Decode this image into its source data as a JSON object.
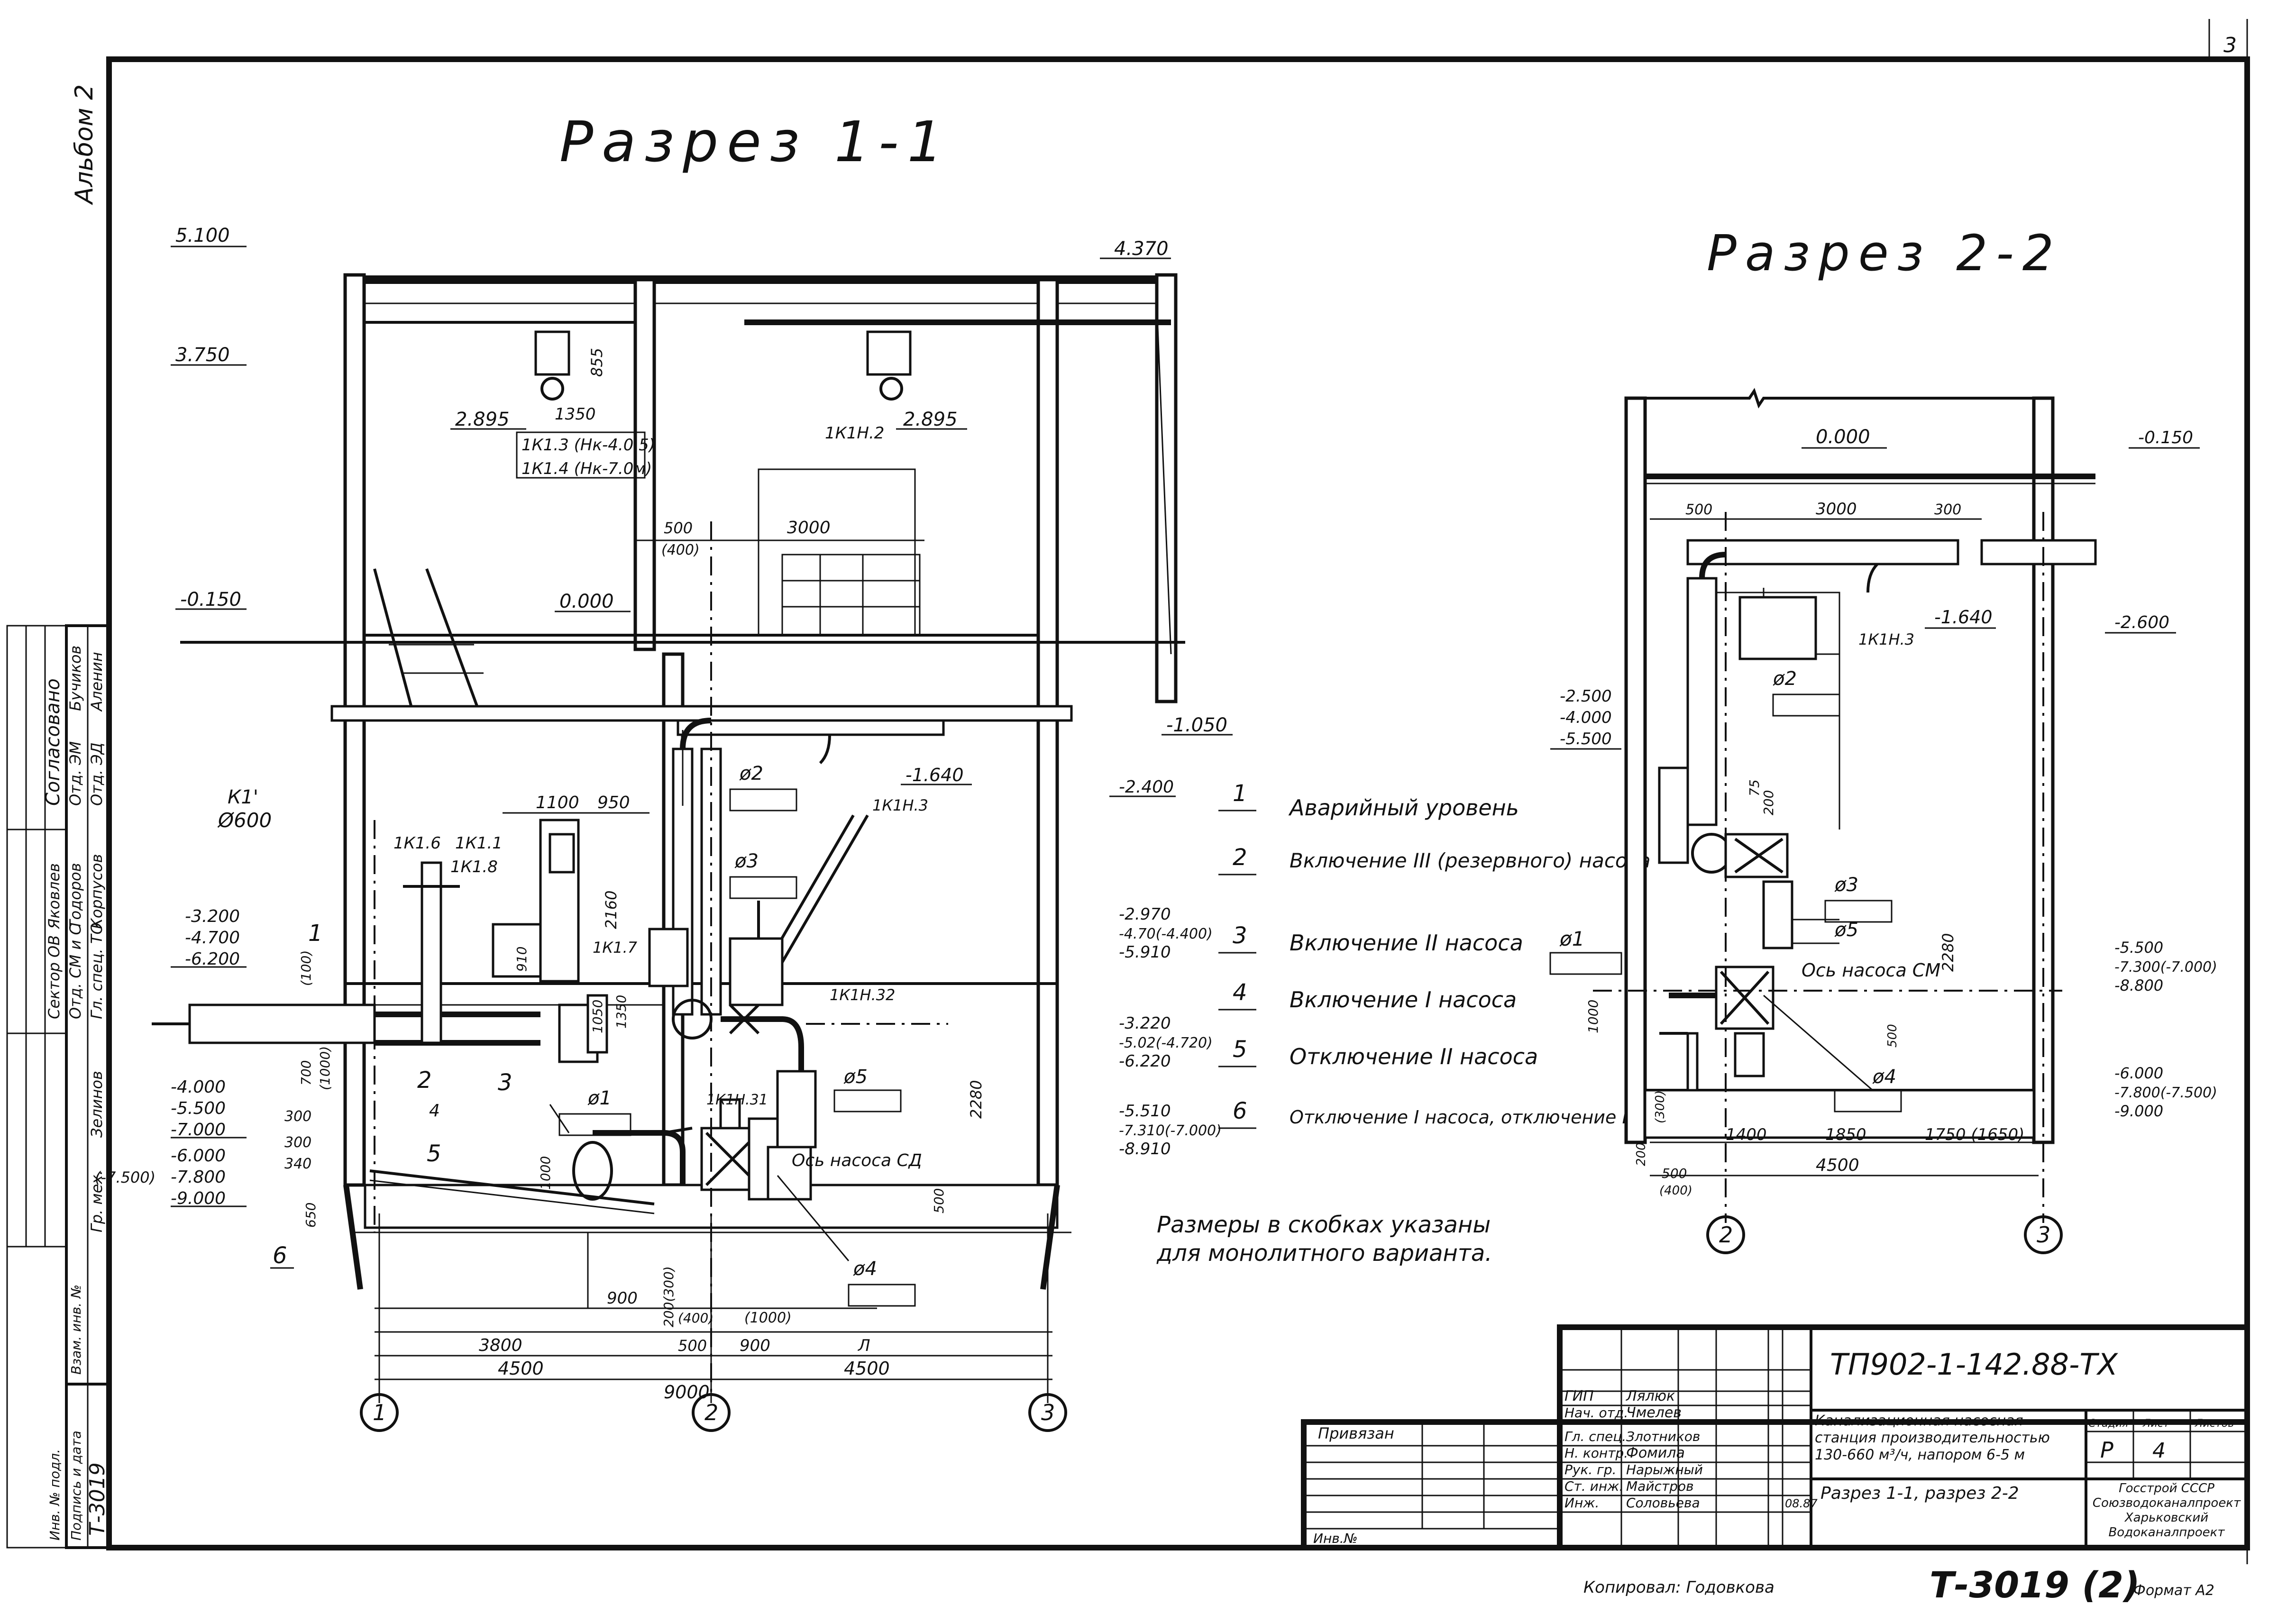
{
  "album_label": "Альбом 2",
  "corner_number": "3",
  "section_1": {
    "title": "Разрез 1-1",
    "elevations_left": [
      "5.100",
      "3.750",
      "2.895",
      "-0.150",
      "-3.200",
      "-4.700",
      "-6.200",
      "-4.000",
      "-5.500",
      "-7.000",
      "-6.000",
      "-7.800",
      "-9.000",
      "(-7.500)"
    ],
    "elevations_top": [
      "4.370",
      "0.000",
      "-1.050",
      "-1.640",
      "2.895"
    ],
    "elevations_right": [
      "-2.400",
      "-2.970",
      "-4.70(-4.400)",
      "-5.910",
      "-3.220",
      "-5.02(-4.720)",
      "-6.220",
      "-5.510",
      "-7.310(-7.000)",
      "-8.910"
    ],
    "hoist_1": "1К1.3 (Нк-4.0.5)",
    "hoist_2": "1К1.4 (Нк-7.0м)",
    "hoist_3": "1К1Н.2",
    "hoist_4": "1К1Н.3",
    "equipment": [
      "1К1.6",
      "1К1.1",
      "1К1.8",
      "1К1.7",
      "1К1Н.32",
      "1К1Н.31"
    ],
    "pipe_label": "К1'",
    "pipe_dia": "Ø600",
    "pump_axis": "Ось насоса СД",
    "diameters": [
      "ø1",
      "ø2",
      "ø3",
      "ø4",
      "ø5"
    ],
    "dims": [
      "855",
      "1350",
      "500",
      "(400)",
      "3000",
      "1100",
      "950",
      "2160",
      "910",
      "1350",
      "1050",
      "(100)",
      "700",
      "(1000)",
      "300",
      "300",
      "340",
      "650",
      "1000",
      "2280",
      "500",
      "900",
      "200(300)",
      "(400)",
      "(1000)",
      "500",
      "900",
      "3800",
      "4500",
      "4500",
      "9000",
      "Л"
    ],
    "level_numbers": [
      "1",
      "2",
      "3",
      "4",
      "5",
      "6"
    ],
    "axes": [
      "1",
      "2",
      "3"
    ]
  },
  "legend": {
    "items": [
      {
        "num": "1",
        "text": "Аварийный уровень"
      },
      {
        "num": "2",
        "text": "Включение III (резервного) насоса"
      },
      {
        "num": "3",
        "text": "Включение II насоса"
      },
      {
        "num": "4",
        "text": "Включение I насоса"
      },
      {
        "num": "5",
        "text": "Отключение II насоса"
      },
      {
        "num": "6",
        "text": "Отключение I насоса, отключение III (резервного)"
      }
    ],
    "note_line1": "Размеры в скобках указаны",
    "note_line2": "для монолитного варианта."
  },
  "section_2": {
    "title": "Разрез 2-2",
    "elevations_left": [
      "-2.500",
      "-4.000",
      "-5.500"
    ],
    "elevations_top": [
      "0.000",
      "-1.640"
    ],
    "elevations_right": [
      "-0.150",
      "-2.600",
      "-5.500",
      "-7.300(-7.000)",
      "-8.800",
      "-6.000",
      "-7.800(-7.500)",
      "-9.000"
    ],
    "hoist": "1К1Н.3",
    "pump_axis": "Ось насоса СМ",
    "diameters": [
      "ø1",
      "ø2",
      "ø3",
      "ø4",
      "ø5"
    ],
    "dims": [
      "500",
      "3000",
      "300",
      "75",
      "200",
      "2280",
      "1000",
      "500",
      "(300)",
      "200",
      "500",
      "(400)",
      "1400",
      "1850",
      "1750 (1650)",
      "4500"
    ],
    "axes": [
      "2",
      "3"
    ]
  },
  "left_stamp": {
    "header": "Согласовано",
    "rows": [
      [
        "Отд. ЭМ",
        "Бучиков"
      ],
      [
        "Отд. ЭД",
        "Аленин"
      ],
      [
        "Сектор ОВ",
        "Яковлев"
      ],
      [
        "Отд. СМ и С",
        "Тодоров"
      ],
      [
        "Гл. спец. ТО",
        "Корпусов"
      ],
      [
        "Гр. мех.",
        "Зелинов"
      ]
    ],
    "stamp_cols": [
      "Взам. инв. №",
      "Подпись и дата",
      "Инв. № подл."
    ],
    "doc_no": "Т-3019"
  },
  "title_block": {
    "code": "ТП902-1-142.88-ТХ",
    "binding": "Привязан",
    "inv": "Инв.№",
    "roles": [
      {
        "role": "ГИП",
        "name": "Лялюк"
      },
      {
        "role": "Нач. отд.",
        "name": "Чмелев"
      },
      {
        "role": "Гл. спец.",
        "name": "Злотников"
      },
      {
        "role": "Н. контр.",
        "name": "Фомила"
      },
      {
        "role": "Рук. гр.",
        "name": "Нарыжный"
      },
      {
        "role": "Ст. инж.",
        "name": "Майстров"
      },
      {
        "role": "Инж.",
        "name": "Соловьева"
      }
    ],
    "date": "08.87",
    "project_name": "Канализационная насосная станция производительностью 130-660 м³/ч, напором 6-5 м",
    "sheet_title": "Разрез 1-1, разрез 2-2",
    "stage_hdr": "Стадия",
    "sheet_hdr": "Лист",
    "sheets_hdr": "Листов",
    "stage": "Р",
    "sheet": "4",
    "org": "Госстрой СССР Союзводоканалпроект Харьковский Водоканалпроект"
  },
  "footer": {
    "copied": "Копировал: Годовкова",
    "doc_no": "Т-3019 (2)",
    "format": "Формат А2"
  }
}
